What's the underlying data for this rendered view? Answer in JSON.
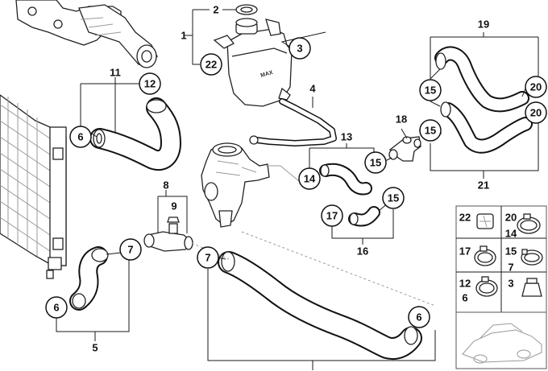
{
  "reservoir": {
    "max_mark": "MAX"
  },
  "callouts": [
    {
      "id": "c-1",
      "label": "1",
      "circled": false
    },
    {
      "id": "c-2",
      "label": "2",
      "circled": false
    },
    {
      "id": "c-22a",
      "label": "22",
      "circled": true
    },
    {
      "id": "c-3a",
      "label": "3",
      "circled": true
    },
    {
      "id": "c-4",
      "label": "4",
      "circled": false
    },
    {
      "id": "c-11",
      "label": "11",
      "circled": false
    },
    {
      "id": "c-12a",
      "label": "12",
      "circled": true
    },
    {
      "id": "c-6a",
      "label": "6",
      "circled": true
    },
    {
      "id": "c-19",
      "label": "19",
      "circled": false
    },
    {
      "id": "c-15a",
      "label": "15",
      "circled": true
    },
    {
      "id": "c-20a",
      "label": "20",
      "circled": true
    },
    {
      "id": "c-20b",
      "label": "20",
      "circled": true
    },
    {
      "id": "c-15b",
      "label": "15",
      "circled": true
    },
    {
      "id": "c-21",
      "label": "21",
      "circled": false
    },
    {
      "id": "c-18",
      "label": "18",
      "circled": false
    },
    {
      "id": "c-15c",
      "label": "15",
      "circled": true
    },
    {
      "id": "c-13",
      "label": "13",
      "circled": false
    },
    {
      "id": "c-14",
      "label": "14",
      "circled": true
    },
    {
      "id": "c-15d",
      "label": "15",
      "circled": true
    },
    {
      "id": "c-17",
      "label": "17",
      "circled": true
    },
    {
      "id": "c-16",
      "label": "16",
      "circled": false
    },
    {
      "id": "c-8",
      "label": "8",
      "circled": false
    },
    {
      "id": "c-9",
      "label": "9",
      "circled": false
    },
    {
      "id": "c-7a",
      "label": "7",
      "circled": true
    },
    {
      "id": "c-7b",
      "label": "7",
      "circled": true
    },
    {
      "id": "c-6b",
      "label": "6",
      "circled": true
    },
    {
      "id": "c-5",
      "label": "5",
      "circled": false
    },
    {
      "id": "c-6c",
      "label": "6",
      "circled": true
    }
  ],
  "legend": {
    "cells": [
      {
        "id": "lg-22",
        "labels": [
          "22"
        ]
      },
      {
        "id": "lg-20",
        "labels": [
          "20",
          "14"
        ]
      },
      {
        "id": "lg-17",
        "labels": [
          "17"
        ]
      },
      {
        "id": "lg-15",
        "labels": [
          "15",
          "7"
        ]
      },
      {
        "id": "lg-12",
        "labels": [
          "12",
          "6"
        ]
      },
      {
        "id": "lg-3",
        "labels": [
          "3"
        ]
      }
    ]
  }
}
